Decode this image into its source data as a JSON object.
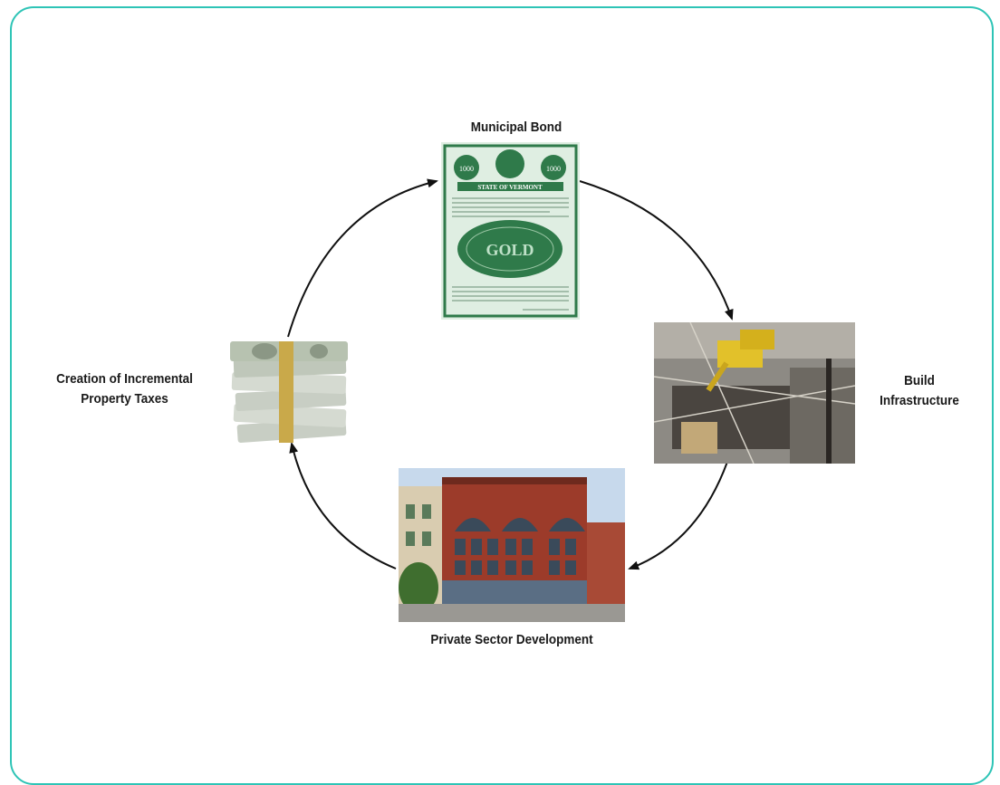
{
  "diagram": {
    "nodes": [
      {
        "id": "bond",
        "label": "Municipal Bond"
      },
      {
        "id": "infra",
        "label_line1": "Build",
        "label_line2": "Infrastructure"
      },
      {
        "id": "private",
        "label": "Private Sector Development"
      },
      {
        "id": "taxes",
        "label_line1": "Creation of Incremental",
        "label_line2": "Property Taxes"
      }
    ],
    "bond_image_text": {
      "header": "STATE OF VERMONT",
      "center": "GOLD",
      "corner": "1000"
    },
    "edges": [
      {
        "from": "bond",
        "to": "infra"
      },
      {
        "from": "infra",
        "to": "private"
      },
      {
        "from": "private",
        "to": "taxes"
      },
      {
        "from": "taxes",
        "to": "bond"
      }
    ],
    "colors": {
      "frame": "#2ec4b6",
      "arrow": "#111111",
      "bond_green": "#2f7a4a",
      "brick": "#9c3b2a"
    }
  }
}
